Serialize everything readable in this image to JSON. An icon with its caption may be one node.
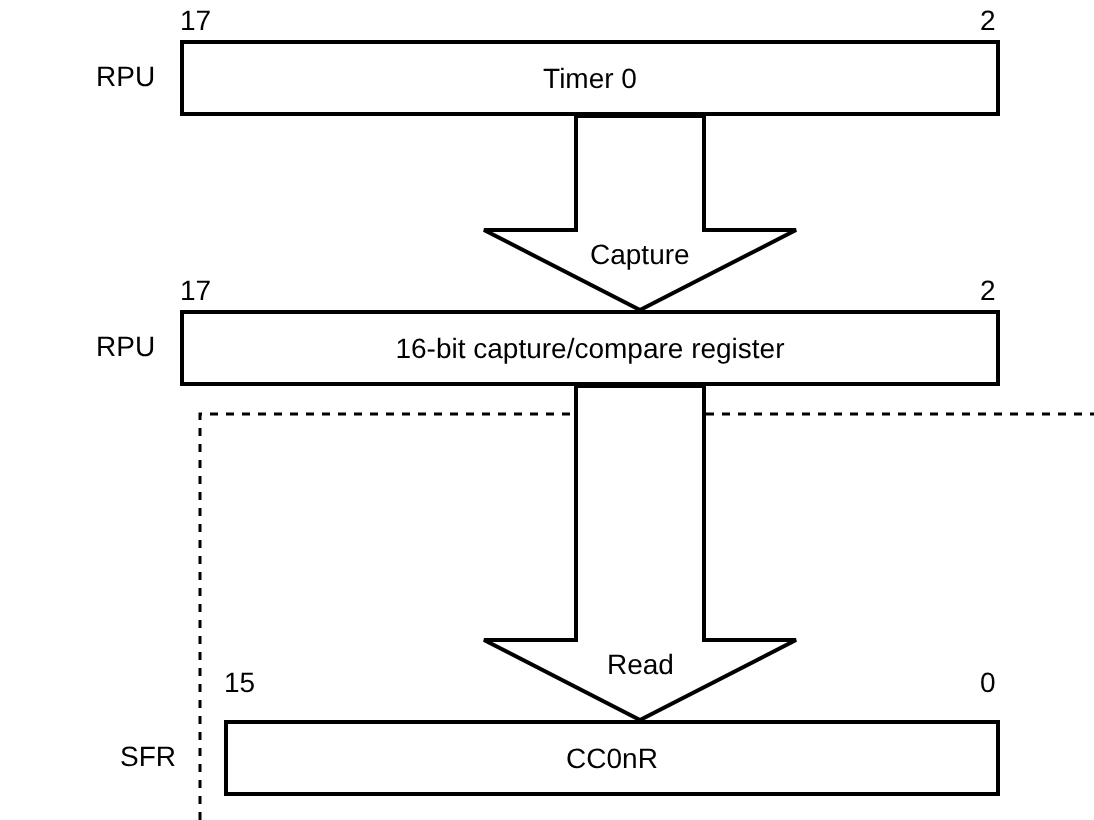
{
  "diagram": {
    "nodes": [
      {
        "text": [
          "Timer 0"
        ],
        "beside": [
          "RPU",
          "17",
          "2"
        ]
      },
      {
        "text": [
          "16-bit capture/compare register"
        ],
        "beside": [
          "RPU",
          "17",
          "2"
        ]
      },
      {
        "text": [
          "CC0nR"
        ],
        "beside": [
          "SFR",
          "15",
          "0"
        ]
      }
    ],
    "edges": [
      {
        "from": 0,
        "to": 1,
        "arrow": "to",
        "label": "Capture"
      },
      {
        "from": 1,
        "to": 2,
        "arrow": "to",
        "label": "Read"
      }
    ]
  }
}
